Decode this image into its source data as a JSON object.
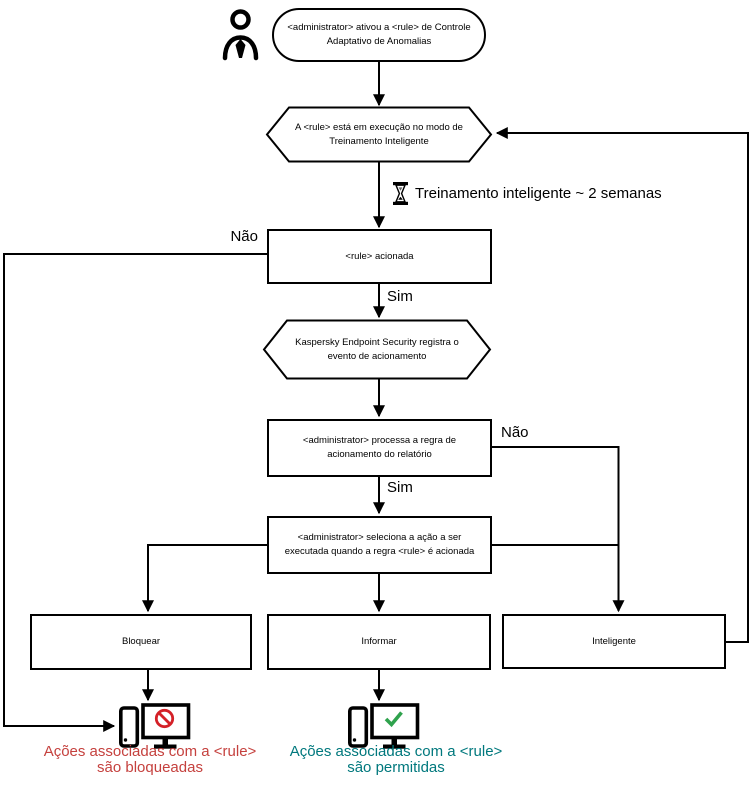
{
  "flow": {
    "start": "<administrator> ativou a <rule> de Controle Adaptativo de Anomalias",
    "hex_training": "A <rule> está em execução no modo de Treinamento Inteligente",
    "training_duration": "Treinamento inteligente ~ 2 semanas",
    "rule_triggered": "<rule> acionada",
    "hex_registers": "Kaspersky Endpoint Security registra o evento de acionamento",
    "process_report": "<administrator> processa a regra de acionamento do relatório",
    "select_action": "<administrator> seleciona a ação a ser executada quando a regra <rule> é acionada",
    "action_block": "Bloquear",
    "action_inform": "Informar",
    "action_smart": "Inteligente",
    "label_no_left": "Não",
    "label_yes_1": "Sim",
    "label_no_right": "Não",
    "label_yes_2": "Sim",
    "outcome_blocked_line1": "Ações associadas com a <rule>",
    "outcome_blocked_line2": "são bloqueadas",
    "outcome_allowed_line1": "Ações associadas com a <rule>",
    "outcome_allowed_line2": "são permitidas"
  },
  "colors": {
    "outcome_blocked_text": "#c5413e",
    "outcome_allowed_text": "#00787d",
    "prohibition_sign": "#d42027",
    "check_sign": "#2fa24d",
    "line": "#000000"
  },
  "icons": {
    "person": "person-icon",
    "hourglass": "hourglass-icon",
    "computer_blocked": "computer-blocked-icon",
    "computer_allowed": "computer-allowed-icon"
  }
}
